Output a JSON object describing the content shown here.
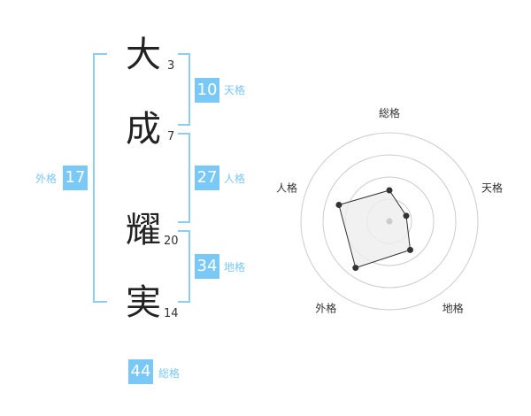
{
  "name_chars": [
    {
      "char": "大",
      "strokes": "3"
    },
    {
      "char": "成",
      "strokes": "7"
    },
    {
      "char": "耀",
      "strokes": "20"
    },
    {
      "char": "実",
      "strokes": "14"
    }
  ],
  "fortunes": {
    "tenkaku": {
      "value": "10",
      "label": "天格"
    },
    "jinkaku": {
      "value": "27",
      "label": "人格"
    },
    "chikaku": {
      "value": "34",
      "label": "地格"
    },
    "gaikaku": {
      "value": "17",
      "label": "外格"
    },
    "soukaku": {
      "value": "44",
      "label": "総格"
    }
  },
  "chart_data": {
    "type": "radar",
    "axes": [
      "総格",
      "天格",
      "地格",
      "外格",
      "人格"
    ],
    "values": [
      0.35,
      0.2,
      0.4,
      0.65,
      0.6
    ],
    "range": [
      0,
      1
    ],
    "rings": 4,
    "colors": {
      "fill": "#eeeeee",
      "line": "#333333",
      "point": "#333333",
      "ring": "#cccccc",
      "center": "#cccccc"
    }
  }
}
